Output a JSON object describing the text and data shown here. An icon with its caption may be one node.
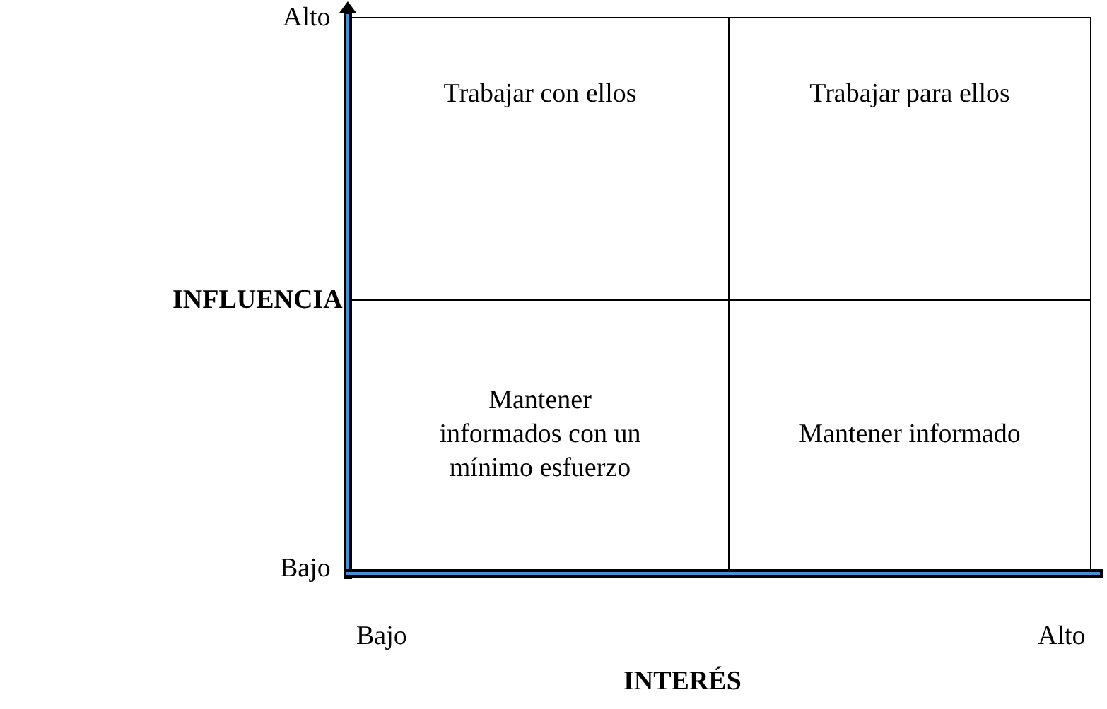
{
  "diagram": {
    "nodes": [
      {
        "text": [
          "Trabajar con ellos"
        ]
      },
      {
        "text": [
          "Trabajar para ellos"
        ]
      },
      {
        "text": [
          "Mantener informados con un mínimo esfuerzo"
        ]
      },
      {
        "text": [
          "Mantener informado"
        ]
      }
    ],
    "edges": [],
    "labels": [
      "Alto",
      "INFLUENCIA",
      "Bajo",
      "Bajo",
      "Alto",
      "INTERÉS"
    ]
  }
}
